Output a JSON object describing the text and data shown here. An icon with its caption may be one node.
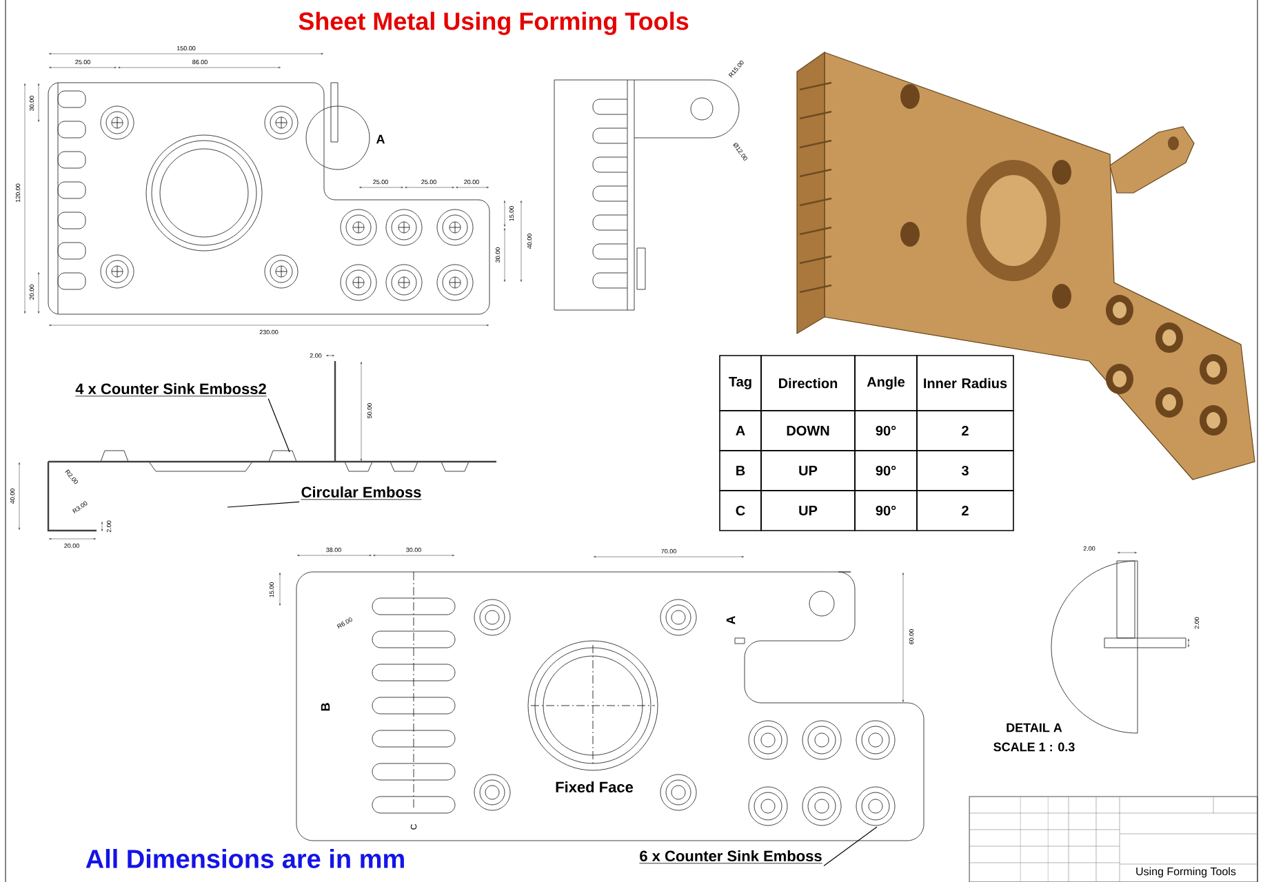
{
  "diagram": {
    "title": "Sheet Metal Using Forming Tools",
    "nodes": [
      {
        "text": [
          "4 x Counter Sink Emboss2"
        ]
      },
      {
        "text": [
          "Circular Emboss"
        ]
      },
      {
        "text": [
          "6 x Counter Sink Emboss"
        ]
      }
    ],
    "edges": [
      {
        "from": 0,
        "to": null,
        "arrow": "none"
      },
      {
        "from": 1,
        "to": null,
        "arrow": "none"
      },
      {
        "from": 2,
        "to": null,
        "arrow": "none"
      }
    ],
    "labels": [
      "150.00",
      "25.00",
      "86.00",
      "30.00",
      "120.00",
      "20.00",
      "A",
      "25.00",
      "25.00",
      "20.00",
      "15.00",
      "30.00",
      "40.00",
      "230.00",
      "R15.00",
      "Ø12.00",
      "2.00",
      "50.00",
      "R2.00",
      "40.00",
      "R3.00",
      "2.00",
      "20.00",
      "Tag",
      "Direction",
      "Angle",
      "Inner Radius",
      "A",
      "DOWN",
      "90°",
      "2",
      "B",
      "UP",
      "90°",
      "3",
      "C",
      "UP",
      "90°",
      "2",
      "38.00",
      "30.00",
      "15.00",
      "R6.00",
      "70.00",
      "60.00",
      "A",
      "B",
      "C",
      "Fixed Face",
      "2.00",
      "2.00",
      "DETAIL A",
      "SCALE 1 : 0.3",
      "All Dimensions are in mm",
      "Using Forming Tools"
    ]
  }
}
